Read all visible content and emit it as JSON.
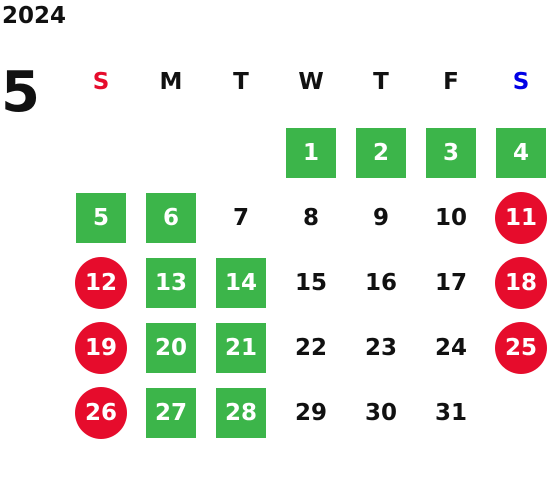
{
  "year": "2024",
  "month": "5",
  "colors": {
    "green": "#3cb54a",
    "red": "#e60c2c",
    "sunday": "#e60c2c",
    "saturday": "#0000e6",
    "text": "#111111"
  },
  "weekdays": [
    {
      "label": "S",
      "color": "#e60c2c"
    },
    {
      "label": "M",
      "color": "#111111"
    },
    {
      "label": "T",
      "color": "#111111"
    },
    {
      "label": "W",
      "color": "#111111"
    },
    {
      "label": "T",
      "color": "#111111"
    },
    {
      "label": "F",
      "color": "#111111"
    },
    {
      "label": "S",
      "color": "#0000e6"
    }
  ],
  "first_weekday": 3,
  "days": [
    {
      "n": "1",
      "style": "green"
    },
    {
      "n": "2",
      "style": "green"
    },
    {
      "n": "3",
      "style": "green"
    },
    {
      "n": "4",
      "style": "green"
    },
    {
      "n": "5",
      "style": "green"
    },
    {
      "n": "6",
      "style": "green"
    },
    {
      "n": "7",
      "style": "plain"
    },
    {
      "n": "8",
      "style": "plain"
    },
    {
      "n": "9",
      "style": "plain"
    },
    {
      "n": "10",
      "style": "plain"
    },
    {
      "n": "11",
      "style": "red"
    },
    {
      "n": "12",
      "style": "red"
    },
    {
      "n": "13",
      "style": "green"
    },
    {
      "n": "14",
      "style": "green"
    },
    {
      "n": "15",
      "style": "plain"
    },
    {
      "n": "16",
      "style": "plain"
    },
    {
      "n": "17",
      "style": "plain"
    },
    {
      "n": "18",
      "style": "red"
    },
    {
      "n": "19",
      "style": "red"
    },
    {
      "n": "20",
      "style": "green"
    },
    {
      "n": "21",
      "style": "green"
    },
    {
      "n": "22",
      "style": "plain"
    },
    {
      "n": "23",
      "style": "plain"
    },
    {
      "n": "24",
      "style": "plain"
    },
    {
      "n": "25",
      "style": "red"
    },
    {
      "n": "26",
      "style": "red"
    },
    {
      "n": "27",
      "style": "green"
    },
    {
      "n": "28",
      "style": "green"
    },
    {
      "n": "29",
      "style": "plain"
    },
    {
      "n": "30",
      "style": "plain"
    },
    {
      "n": "31",
      "style": "plain"
    }
  ]
}
